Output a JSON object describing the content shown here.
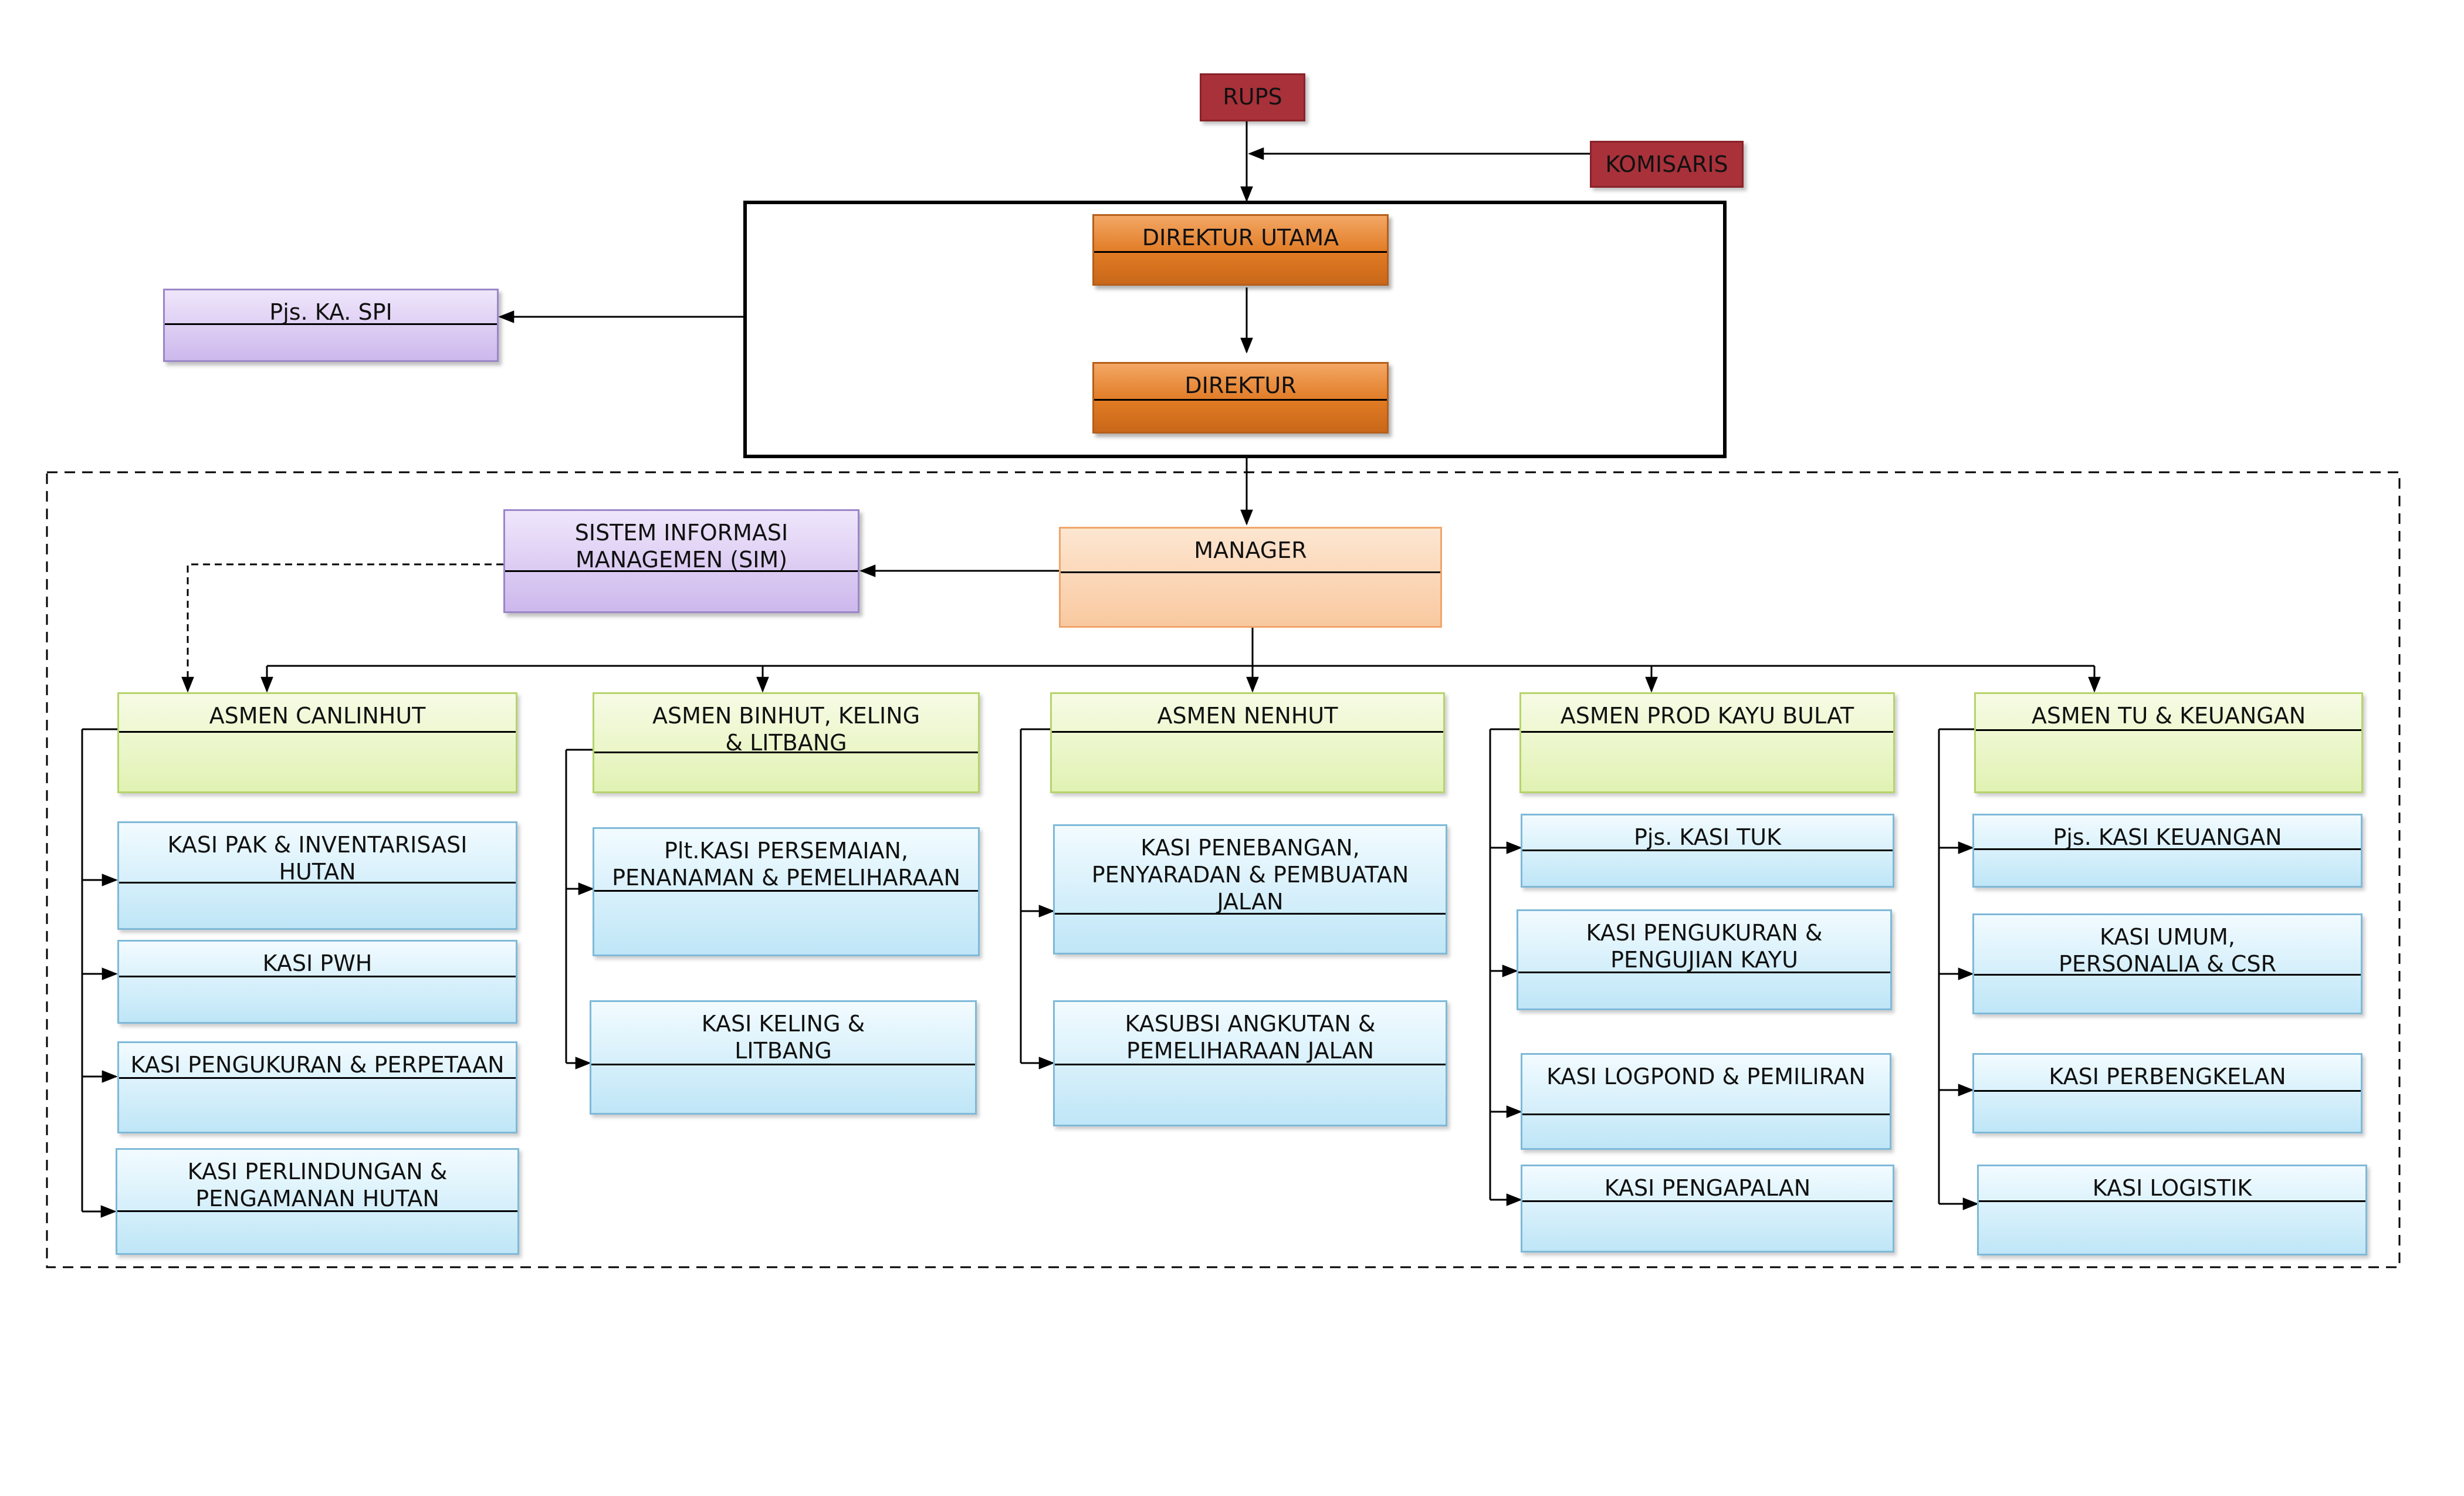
{
  "nodes": {
    "rups": "RUPS",
    "komisaris": "KOMISARIS",
    "direktur_utama": "DIREKTUR UTAMA",
    "direktur": "DIREKTUR",
    "pjs_ka_spi": "Pjs. KA. SPI",
    "sim": "SISTEM INFORMASI MANAGEMEN (SIM)",
    "manager": "MANAGER"
  },
  "departments": [
    {
      "head": "ASMEN CANLINHUT",
      "sections": [
        "KASI PAK & INVENTARISASI HUTAN",
        "KASI PWH",
        "KASI PENGUKURAN & PERPETAAN",
        "KASI PERLINDUNGAN & PENGAMANAN HUTAN"
      ]
    },
    {
      "head": "ASMEN BINHUT, KELING & LITBANG",
      "sections": [
        "Plt.KASI PERSEMAIAN, PENANAMAN & PEMELIHARAAN",
        "KASI KELING & LITBANG"
      ]
    },
    {
      "head": "ASMEN NENHUT",
      "sections": [
        "KASI PENEBANGAN, PENYARADAN & PEMBUATAN JALAN",
        "KASUBSI ANGKUTAN & PEMELIHARAAN JALAN"
      ]
    },
    {
      "head": "ASMEN PROD KAYU BULAT",
      "sections": [
        "Pjs. KASI TUK",
        "KASI PENGUKURAN & PENGUJIAN KAYU",
        "KASI LOGPOND & PEMILIRAN",
        "KASI PENGAPALAN"
      ]
    },
    {
      "head": "ASMEN TU & KEUANGAN",
      "sections": [
        "Pjs. KASI KEUANGAN",
        "KASI UMUM, PERSONALIA & CSR",
        "KASI PERBENGKELAN",
        "KASI LOGISTIK"
      ]
    }
  ]
}
